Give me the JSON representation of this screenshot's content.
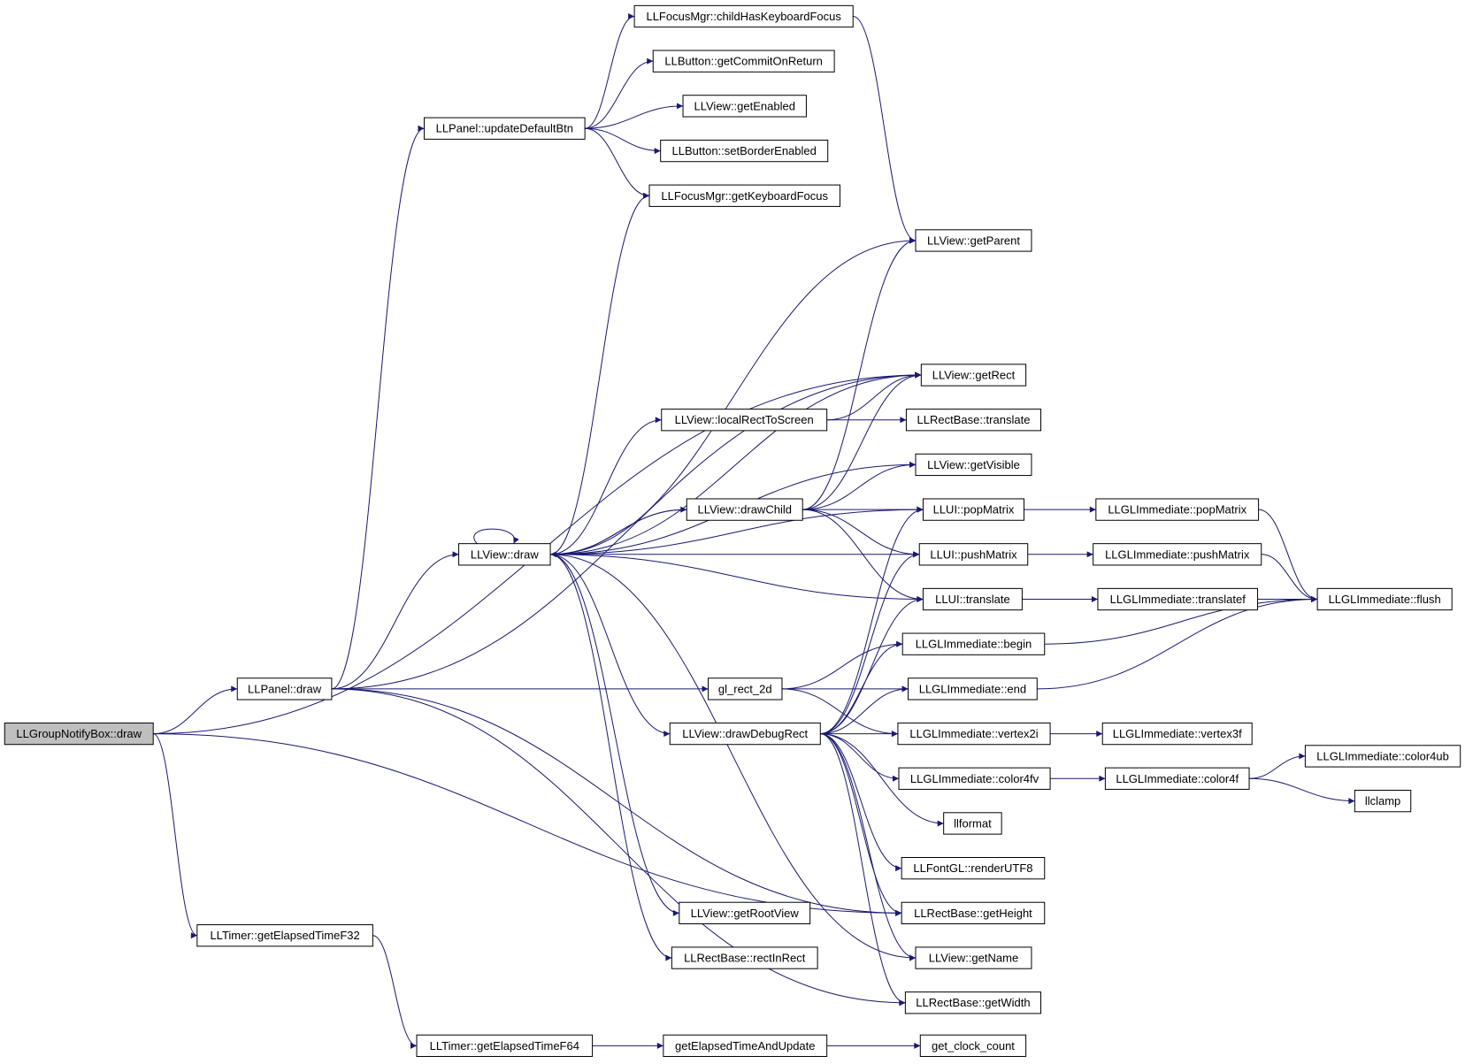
{
  "nodes": [
    {
      "id": "groupnotify",
      "label": "LLGroupNotifyBox::draw"
    },
    {
      "id": "panel_draw",
      "label": "LLPanel::draw"
    },
    {
      "id": "timer_f32",
      "label": "LLTimer::getElapsedTimeF32"
    },
    {
      "id": "timer_f64",
      "label": "LLTimer::getElapsedTimeF64"
    },
    {
      "id": "update_default_btn",
      "label": "LLPanel::updateDefaultBtn"
    },
    {
      "id": "view_draw",
      "label": "LLView::draw"
    },
    {
      "id": "focus_child",
      "label": "LLFocusMgr::childHasKeyboardFocus"
    },
    {
      "id": "btn_commit",
      "label": "LLButton::getCommitOnReturn"
    },
    {
      "id": "view_enabled",
      "label": "LLView::getEnabled"
    },
    {
      "id": "btn_border",
      "label": "LLButton::setBorderEnabled"
    },
    {
      "id": "focus_get",
      "label": "LLFocusMgr::getKeyboardFocus"
    },
    {
      "id": "local_rect",
      "label": "LLView::localRectToScreen"
    },
    {
      "id": "draw_child",
      "label": "LLView::drawChild"
    },
    {
      "id": "gl_rect",
      "label": "gl_rect_2d"
    },
    {
      "id": "draw_debug",
      "label": "LLView::drawDebugRect"
    },
    {
      "id": "root_view",
      "label": "LLView::getRootView"
    },
    {
      "id": "rect_in_rect",
      "label": "LLRectBase::rectInRect"
    },
    {
      "id": "elapsed_update",
      "label": "getElapsedTimeAndUpdate"
    },
    {
      "id": "get_parent",
      "label": "LLView::getParent"
    },
    {
      "id": "get_rect",
      "label": "LLView::getRect"
    },
    {
      "id": "rect_translate",
      "label": "LLRectBase::translate"
    },
    {
      "id": "get_visible",
      "label": "LLView::getVisible"
    },
    {
      "id": "ui_pop",
      "label": "LLUI::popMatrix"
    },
    {
      "id": "ui_push",
      "label": "LLUI::pushMatrix"
    },
    {
      "id": "ui_translate",
      "label": "LLUI::translate"
    },
    {
      "id": "gl_begin",
      "label": "LLGLImmediate::begin"
    },
    {
      "id": "gl_end",
      "label": "LLGLImmediate::end"
    },
    {
      "id": "gl_vertex2i",
      "label": "LLGLImmediate::vertex2i"
    },
    {
      "id": "gl_color4fv",
      "label": "LLGLImmediate::color4fv"
    },
    {
      "id": "llformat",
      "label": "llformat"
    },
    {
      "id": "render_utf8",
      "label": "LLFontGL::renderUTF8"
    },
    {
      "id": "rect_height",
      "label": "LLRectBase::getHeight"
    },
    {
      "id": "get_name",
      "label": "LLView::getName"
    },
    {
      "id": "rect_width",
      "label": "LLRectBase::getWidth"
    },
    {
      "id": "clock_count",
      "label": "get_clock_count"
    },
    {
      "id": "gl_popmatrix",
      "label": "LLGLImmediate::popMatrix"
    },
    {
      "id": "gl_pushmatrix",
      "label": "LLGLImmediate::pushMatrix"
    },
    {
      "id": "gl_translatef",
      "label": "LLGLImmediate::translatef"
    },
    {
      "id": "gl_vertex3f",
      "label": "LLGLImmediate::vertex3f"
    },
    {
      "id": "gl_color4f",
      "label": "LLGLImmediate::color4f"
    },
    {
      "id": "gl_flush",
      "label": "LLGLImmediate::flush"
    },
    {
      "id": "gl_color4ub",
      "label": "LLGLImmediate::color4ub"
    },
    {
      "id": "llclamp",
      "label": "llclamp"
    }
  ],
  "edges": [
    [
      "groupnotify",
      "panel_draw"
    ],
    [
      "groupnotify",
      "timer_f32"
    ],
    [
      "groupnotify",
      "get_rect"
    ],
    [
      "groupnotify",
      "rect_height"
    ],
    [
      "panel_draw",
      "update_default_btn"
    ],
    [
      "panel_draw",
      "view_draw"
    ],
    [
      "panel_draw",
      "gl_rect"
    ],
    [
      "panel_draw",
      "get_rect"
    ],
    [
      "panel_draw",
      "rect_height"
    ],
    [
      "panel_draw",
      "rect_width"
    ],
    [
      "timer_f32",
      "timer_f64"
    ],
    [
      "timer_f64",
      "elapsed_update"
    ],
    [
      "elapsed_update",
      "clock_count"
    ],
    [
      "update_default_btn",
      "focus_child"
    ],
    [
      "update_default_btn",
      "btn_commit"
    ],
    [
      "update_default_btn",
      "view_enabled"
    ],
    [
      "update_default_btn",
      "btn_border"
    ],
    [
      "update_default_btn",
      "focus_get"
    ],
    [
      "focus_child",
      "get_parent"
    ],
    [
      "view_draw",
      "view_draw"
    ],
    [
      "view_draw",
      "focus_get"
    ],
    [
      "view_draw",
      "get_parent"
    ],
    [
      "view_draw",
      "get_rect"
    ],
    [
      "view_draw",
      "local_rect"
    ],
    [
      "view_draw",
      "get_visible"
    ],
    [
      "view_draw",
      "draw_child"
    ],
    [
      "view_draw",
      "ui_pop"
    ],
    [
      "view_draw",
      "ui_push"
    ],
    [
      "view_draw",
      "ui_translate"
    ],
    [
      "view_draw",
      "draw_debug"
    ],
    [
      "view_draw",
      "root_view"
    ],
    [
      "view_draw",
      "rect_in_rect"
    ],
    [
      "view_draw",
      "get_name"
    ],
    [
      "local_rect",
      "get_rect"
    ],
    [
      "local_rect",
      "rect_translate"
    ],
    [
      "draw_child",
      "view_draw"
    ],
    [
      "draw_child",
      "get_parent"
    ],
    [
      "draw_child",
      "get_rect"
    ],
    [
      "draw_child",
      "get_visible"
    ],
    [
      "draw_child",
      "ui_pop"
    ],
    [
      "draw_child",
      "ui_push"
    ],
    [
      "draw_child",
      "ui_translate"
    ],
    [
      "gl_rect",
      "gl_begin"
    ],
    [
      "gl_rect",
      "gl_end"
    ],
    [
      "gl_rect",
      "gl_vertex2i"
    ],
    [
      "draw_debug",
      "ui_pop"
    ],
    [
      "draw_debug",
      "ui_push"
    ],
    [
      "draw_debug",
      "ui_translate"
    ],
    [
      "draw_debug",
      "gl_begin"
    ],
    [
      "draw_debug",
      "gl_end"
    ],
    [
      "draw_debug",
      "gl_vertex2i"
    ],
    [
      "draw_debug",
      "gl_color4fv"
    ],
    [
      "draw_debug",
      "llformat"
    ],
    [
      "draw_debug",
      "render_utf8"
    ],
    [
      "draw_debug",
      "rect_height"
    ],
    [
      "draw_debug",
      "get_name"
    ],
    [
      "draw_debug",
      "rect_width"
    ],
    [
      "ui_pop",
      "gl_popmatrix"
    ],
    [
      "ui_push",
      "gl_pushmatrix"
    ],
    [
      "ui_translate",
      "gl_translatef"
    ],
    [
      "gl_popmatrix",
      "gl_flush"
    ],
    [
      "gl_pushmatrix",
      "gl_flush"
    ],
    [
      "gl_translatef",
      "gl_flush"
    ],
    [
      "gl_begin",
      "gl_flush"
    ],
    [
      "gl_end",
      "gl_flush"
    ],
    [
      "gl_vertex2i",
      "gl_vertex3f"
    ],
    [
      "gl_color4fv",
      "gl_color4f"
    ],
    [
      "gl_color4f",
      "gl_color4ub"
    ],
    [
      "gl_color4f",
      "llclamp"
    ]
  ],
  "colors": {
    "edge": "#191970",
    "root_fill": "#bfbfbf",
    "node_fill": "#ffffff"
  }
}
